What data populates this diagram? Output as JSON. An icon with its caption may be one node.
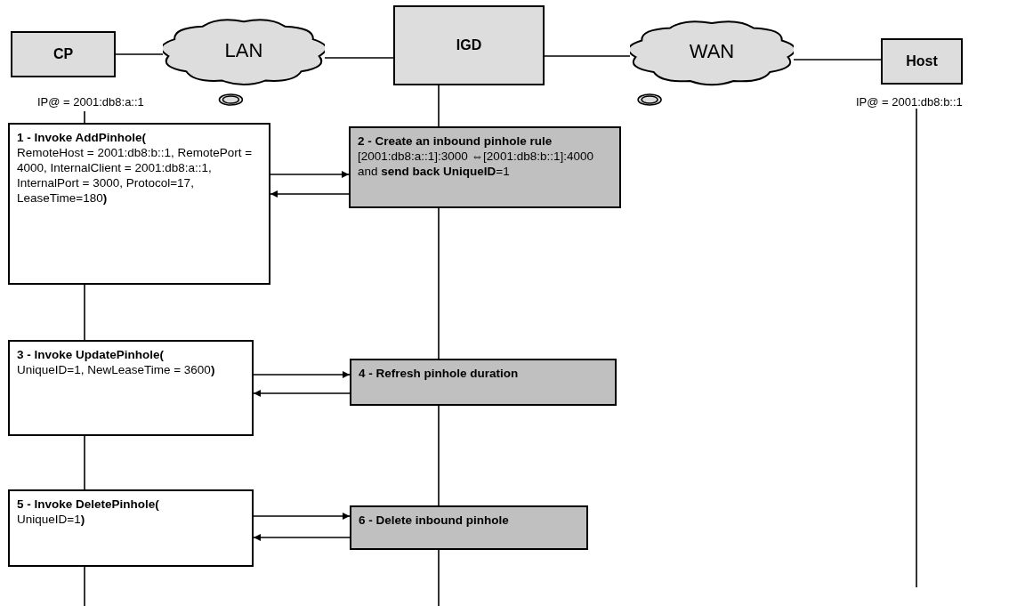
{
  "diagram": {
    "nodes": [
      {
        "text": [
          "CP"
        ],
        "beside": [
          "IP@ = 2001:db8:a::1"
        ]
      },
      {
        "text": [
          "LAN"
        ]
      },
      {
        "text": [
          "IGD"
        ]
      },
      {
        "text": [
          "WAN"
        ]
      },
      {
        "text": [
          "Host"
        ],
        "beside": [
          "IP@ = 2001:db8:b::1"
        ]
      },
      {
        "text": [
          "1 - Invoke AddPinhole(",
          "RemoteHost = 2001:db8:b::1, RemotePort = 4000, InternalClient = 2001:db8:a::1, InternalPort = 3000, Protocol=17, LeaseTime=180**)**"
        ]
      },
      {
        "text": [
          "2 - Create an inbound pinhole rule",
          "[2001:db8:a::1]:3000 ⇔[2001:db8:b::1]:4000 and **send back UniqueID**=1"
        ]
      },
      {
        "text": [
          "3 - Invoke UpdatePinhole(",
          "UniqueID=1, NewLeaseTime = 3600**)**"
        ]
      },
      {
        "text": [
          "4 - Refresh pinhole duration"
        ]
      },
      {
        "text": [
          "5 - Invoke DeletePinhole(",
          "UniqueID=1**)**"
        ]
      },
      {
        "text": [
          "6 - Delete inbound pinhole"
        ]
      }
    ],
    "edges": [
      {
        "from": 0,
        "to": 1,
        "arrow": "none"
      },
      {
        "from": 1,
        "to": 2,
        "arrow": "none"
      },
      {
        "from": 2,
        "to": 3,
        "arrow": "none"
      },
      {
        "from": 3,
        "to": 4,
        "arrow": "none"
      },
      {
        "from": 0,
        "to": 5,
        "arrow": "none"
      },
      {
        "from": 5,
        "to": 7,
        "arrow": "none"
      },
      {
        "from": 7,
        "to": 9,
        "arrow": "none"
      },
      {
        "from": 9,
        "to": null,
        "arrow": "none"
      },
      {
        "from": 2,
        "to": 6,
        "arrow": "none"
      },
      {
        "from": 6,
        "to": 8,
        "arrow": "none"
      },
      {
        "from": 8,
        "to": 10,
        "arrow": "none"
      },
      {
        "from": 10,
        "to": null,
        "arrow": "none"
      },
      {
        "from": 4,
        "to": null,
        "arrow": "none"
      },
      {
        "from": 5,
        "to": 6,
        "arrow": "to"
      },
      {
        "from": 6,
        "to": 5,
        "arrow": "to"
      },
      {
        "from": 7,
        "to": 8,
        "arrow": "to"
      },
      {
        "from": 8,
        "to": 7,
        "arrow": "to"
      },
      {
        "from": 9,
        "to": 10,
        "arrow": "to"
      },
      {
        "from": 10,
        "to": 9,
        "arrow": "to"
      }
    ]
  }
}
